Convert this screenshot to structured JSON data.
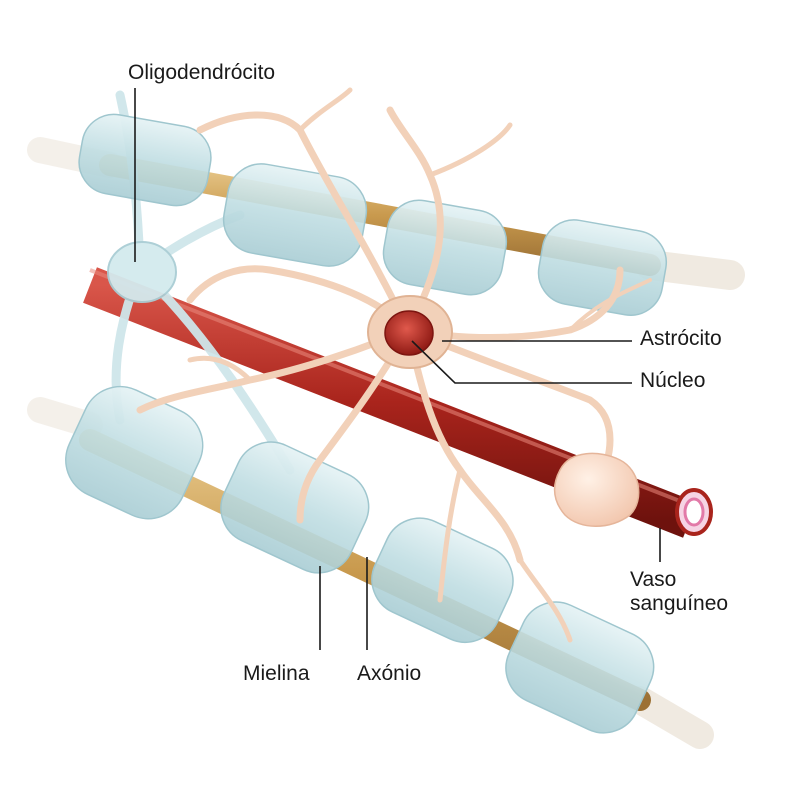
{
  "labels": {
    "oligodendrocyte": "Oligodendrócito",
    "astrocyte": "Astrócito",
    "nucleus": "Núcleo",
    "vessel_line1": "Vaso",
    "vessel_line2": "sanguíneo",
    "myelin": "Mielina",
    "axon": "Axónio"
  },
  "colors": {
    "myelin": "#cfe6ea",
    "axon": "#c99a4e",
    "astrocyte": "#f2d1b9",
    "vessel": "#a9241c",
    "nucleus": "#b3241f",
    "leader_line": "#1a1a1a"
  }
}
